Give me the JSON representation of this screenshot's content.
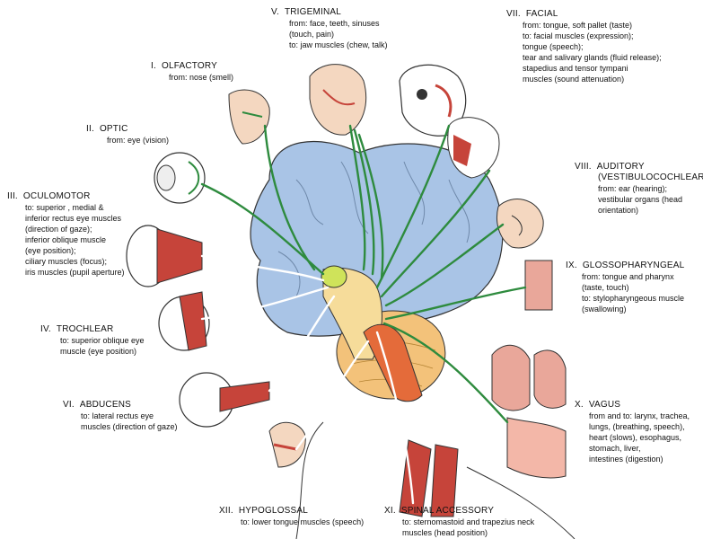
{
  "nerves": [
    {
      "id": "olfactory",
      "numeral": "I.",
      "name": "OLFACTORY",
      "lines": [
        "from: nose (smell)"
      ]
    },
    {
      "id": "optic",
      "numeral": "II.",
      "name": "OPTIC",
      "lines": [
        "from: eye (vision)"
      ]
    },
    {
      "id": "oculomotor",
      "numeral": "III.",
      "name": "OCULOMOTOR",
      "lines": [
        "to: superior , medial &",
        "inferior rectus eye muscles",
        "(direction of gaze);",
        "inferior oblique muscle",
        "(eye position);",
        "ciliary muscles (focus);",
        "iris muscles (pupil aperture)"
      ]
    },
    {
      "id": "trochlear",
      "numeral": "IV.",
      "name": "TROCHLEAR",
      "lines": [
        "to: superior oblique eye",
        "muscle (eye position)"
      ]
    },
    {
      "id": "trigeminal",
      "numeral": "V.",
      "name": "TRIGEMINAL",
      "lines": [
        "from: face, teeth, sinuses",
        "(touch, pain)",
        "to: jaw muscles (chew, talk)"
      ]
    },
    {
      "id": "abducens",
      "numeral": "VI.",
      "name": "ABDUCENS",
      "lines": [
        "to: lateral rectus eye",
        "muscles (direction of gaze)"
      ]
    },
    {
      "id": "facial",
      "numeral": "VII.",
      "name": "FACIAL",
      "lines": [
        "from: tongue, soft pallet (taste)",
        "to: facial muscles (expression);",
        "tongue (speech);",
        "tear and salivary glands (fluid release);",
        "stapedius and tensor tympani",
        "muscles (sound attenuation)"
      ]
    },
    {
      "id": "auditory",
      "numeral": "VIII.",
      "name": "AUDITORY",
      "name2": "(VESTIBULOCOCHLEAR)",
      "lines": [
        "from: ear (hearing);",
        "vestibular organs (head",
        "orientation)"
      ]
    },
    {
      "id": "glossopharyngeal",
      "numeral": "IX.",
      "name": "GLOSSOPHARYNGEAL",
      "lines": [
        "from: tongue and pharynx",
        "(taste, touch)",
        "to: stylopharyngeous muscle",
        "(swallowing)"
      ]
    },
    {
      "id": "vagus",
      "numeral": "X.",
      "name": "VAGUS",
      "lines": [
        "from and to: larynx, trachea,",
        "lungs, (breathing, speech),",
        "heart (slows), esophagus,",
        "stomach, liver,",
        "intestines (digestion)"
      ]
    },
    {
      "id": "spinal-accessory",
      "numeral": "XI.",
      "name": "SPINAL ACCESSORY",
      "lines": [
        "to: sternomastoid and trapezius neck",
        "muscles (head position)"
      ]
    },
    {
      "id": "hypoglossal",
      "numeral": "XII.",
      "name": "HYPOGLOSSAL",
      "lines": [
        "to: lower tongue muscles (speech)"
      ]
    }
  ],
  "colors": {
    "cerebrum": "#a9c4e6",
    "cerebellum": "#f3c27a",
    "brainstem": "#f6dc9a",
    "muscle": "#c6443a",
    "nerve_green": "#2e8b3e",
    "nerve_gray": "#ffffff",
    "skin": "#f4d7c0",
    "organ": "#e9a79a"
  }
}
